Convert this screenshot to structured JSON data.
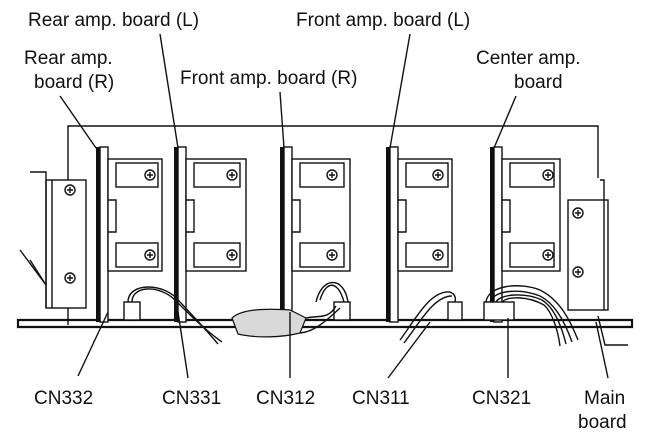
{
  "labels": {
    "rear_amp_board_l": "Rear amp. board (L)",
    "rear_amp_board_r_line1": "Rear amp.",
    "rear_amp_board_r_line2": "board (R)",
    "front_amp_board_r": "Front amp. board (R)",
    "front_amp_board_l": "Front  amp. board (L)",
    "center_amp_board_line1": "Center amp.",
    "center_amp_board_line2": "board",
    "main_board_line1": "Main",
    "main_board_line2": "board"
  },
  "connectors": {
    "cn332": "CN332",
    "cn331": "CN331",
    "cn312": "CN312",
    "cn311": "CN311",
    "cn321": "CN321"
  }
}
